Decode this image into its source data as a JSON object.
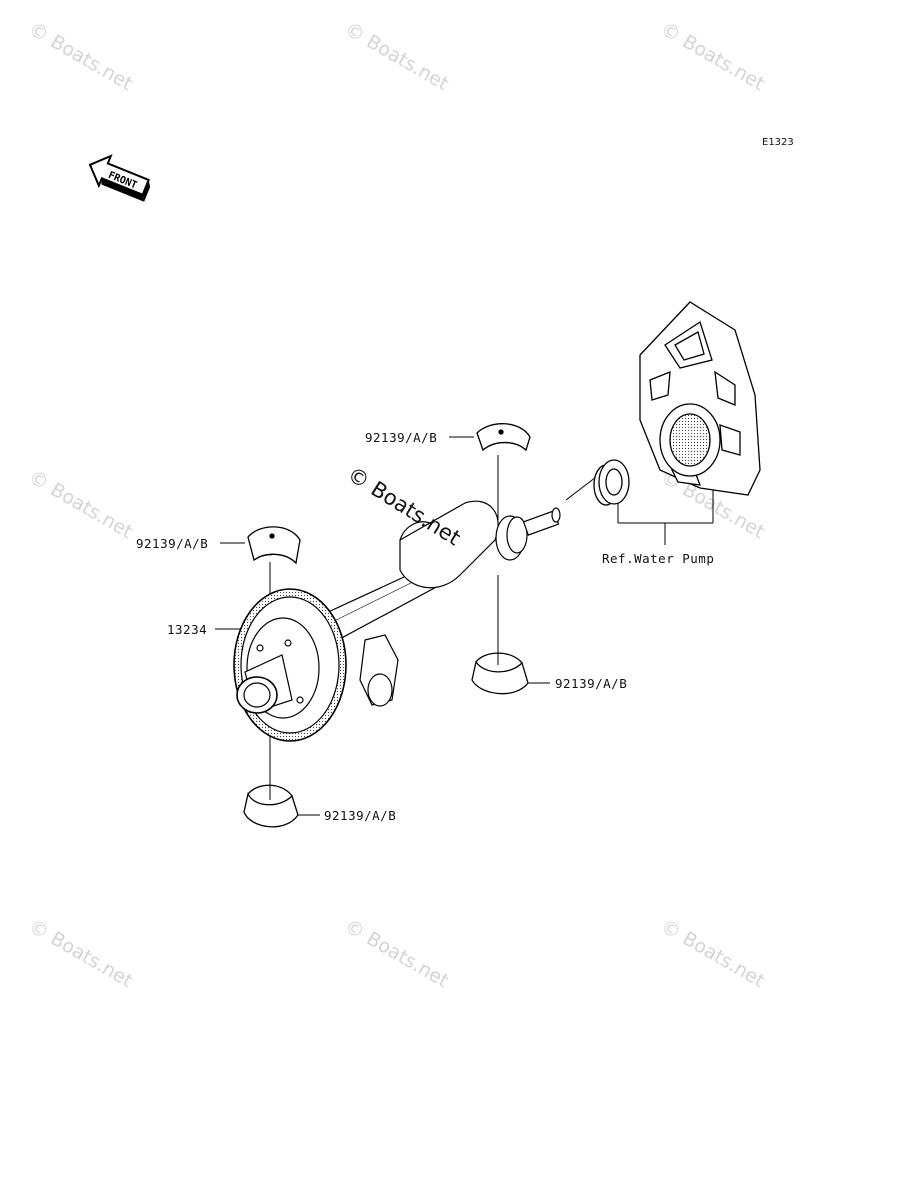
{
  "diagram_code": "E1323",
  "front_label": "FRONT",
  "watermark_text": "© Boats.net",
  "center_watermark_text": "© Boats.net",
  "callouts": {
    "bearing_top": "92139/A/B",
    "bearing_left": "92139/A/B",
    "gear": "13234",
    "bearing_right": "92139/A/B",
    "bearing_bottom": "92139/A/B",
    "water_pump": "Ref.Water Pump"
  }
}
